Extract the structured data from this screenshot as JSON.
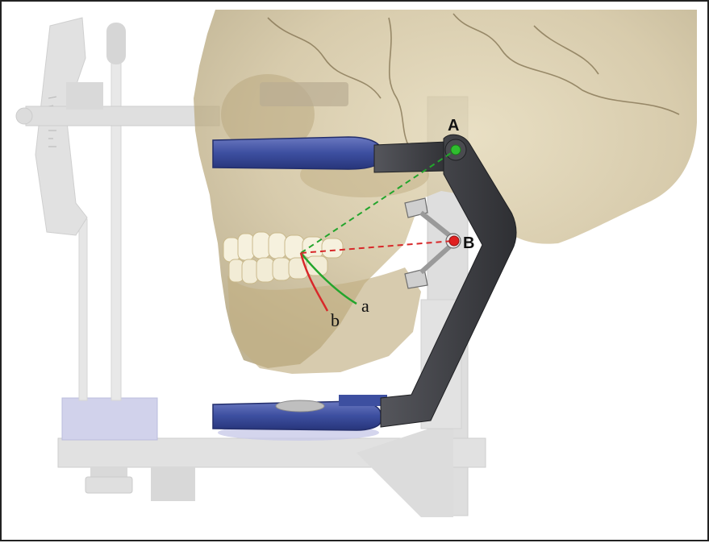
{
  "colors": {
    "bow_arm": "#3a3b40",
    "bite_plate": "#3d4fa0",
    "frame_gray": "#d7d7d7",
    "skull": "#c9b890",
    "teeth": "#f4efdc",
    "guide_green": "#23a52c",
    "guide_red": "#d8282a",
    "point_A": "#2fbd2f",
    "point_B": "#e02020"
  },
  "labels": {
    "point_a": "A",
    "point_b": "B",
    "curve_a": "a",
    "curve_b": "b"
  },
  "icons": {
    "point_a_marker": "green-dot-icon",
    "point_b_marker": "red-dot-icon"
  }
}
